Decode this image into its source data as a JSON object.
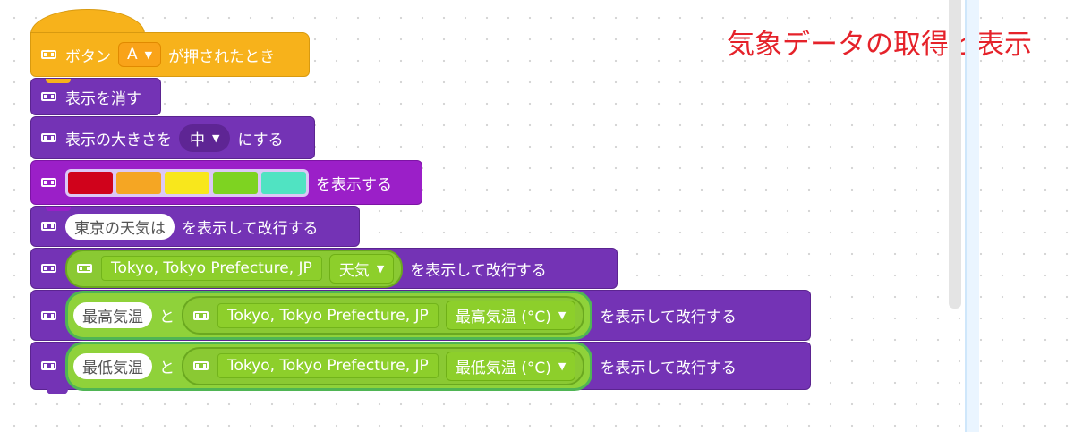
{
  "canvas_title": "気象データの取得と表示",
  "hat_block": {
    "label_prefix": "ボタン",
    "button_value": "A",
    "label_suffix": "が押されたとき"
  },
  "clear_block": {
    "label": "表示を消す"
  },
  "size_block": {
    "label_prefix": "表示の大きさを",
    "size_value": "中",
    "label_suffix": "にする"
  },
  "color_block": {
    "label": "を表示する",
    "colors": [
      "#d0021b",
      "#f5a623",
      "#f8e71c",
      "#7ed321",
      "#50e3c2"
    ]
  },
  "text_block": {
    "text_value": "東京の天気は",
    "label": "を表示して改行する"
  },
  "weather_block": {
    "location": "Tokyo, Tokyo Prefecture, JP",
    "field": "天気",
    "label": "を表示して改行する"
  },
  "max_temp_block": {
    "text_value": "最高気温",
    "join_word": "と",
    "location": "Tokyo, Tokyo Prefecture, JP",
    "field": "最高気温 (°C)",
    "label": "を表示して改行する"
  },
  "min_temp_block": {
    "text_value": "最低気温",
    "join_word": "と",
    "location": "Tokyo, Tokyo Prefecture, JP",
    "field": "最低気温 (°C)",
    "label": "を表示して改行する"
  },
  "dropdown_arrow": "▼",
  "icons": {
    "microbit": "microbit-icon"
  }
}
